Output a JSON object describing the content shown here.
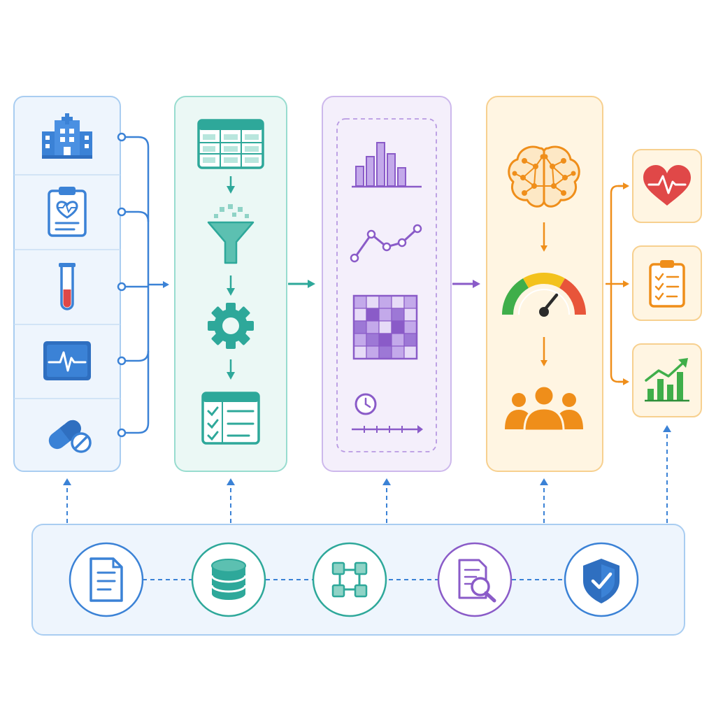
{
  "colors": {
    "blue": "#3b82d6",
    "blue_light": "#eef5fd",
    "blue_border": "#a9cdf1",
    "teal": "#2ea89a",
    "teal_light": "#ebf8f5",
    "teal_border": "#98dccf",
    "purple": "#8a5bc8",
    "purple_light": "#f4effb",
    "purple_border": "#cdb8ec",
    "orange": "#ef8e1a",
    "orange_light": "#fff5e2",
    "orange_border": "#f7d08f",
    "red": "#e04848",
    "green": "#3fae4a",
    "yellow": "#f3c21c"
  },
  "stages": [
    {
      "id": "data-sources",
      "icons": [
        "hospital-icon",
        "medical-chart-icon",
        "test-tube-icon",
        "ecg-monitor-icon",
        "medication-pill-icon"
      ]
    },
    {
      "id": "data-processing",
      "icons": [
        "data-table-icon",
        "filter-funnel-icon",
        "gear-icon",
        "validated-list-icon"
      ]
    },
    {
      "id": "analytics",
      "icons": [
        "bar-chart-icon",
        "line-chart-icon",
        "heatmap-grid-icon",
        "timeline-clock-icon"
      ]
    },
    {
      "id": "prediction",
      "icons": [
        "neural-brain-icon",
        "risk-gauge-icon",
        "patient-group-icon"
      ]
    },
    {
      "id": "outcomes",
      "icons": [
        "heart-health-icon",
        "care-plan-clipboard-icon",
        "growth-chart-icon"
      ]
    }
  ],
  "foundation": {
    "icons": [
      "document-icon",
      "database-icon",
      "workflow-nodes-icon",
      "audit-search-icon",
      "security-shield-icon"
    ]
  }
}
